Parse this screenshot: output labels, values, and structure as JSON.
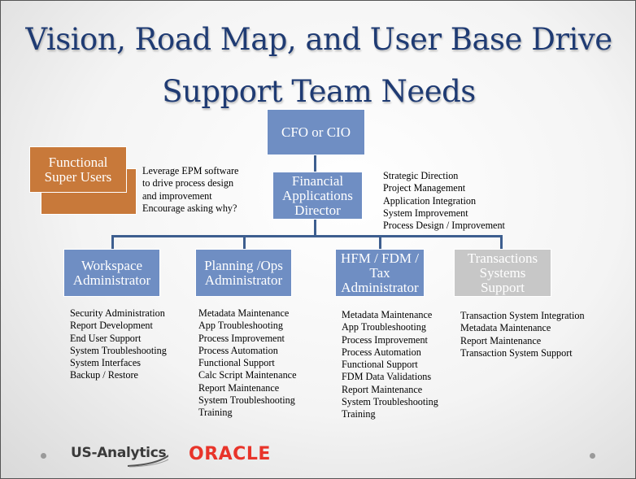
{
  "title": {
    "line1": "Vision, Road Map, and User Base Drive",
    "line2": "Support Team Needs"
  },
  "top_box": {
    "label": "CFO or CIO"
  },
  "director_box": {
    "line1": "Financial",
    "line2": "Applications",
    "line3": "Director"
  },
  "super_users_box": {
    "line1": "Functional",
    "line2": "Super Users"
  },
  "super_users_note": [
    "Leverage EPM software",
    "to drive process design",
    "and improvement",
    "Encourage asking why?"
  ],
  "director_note": [
    "Strategic Direction",
    "Project Management",
    "Application Integration",
    "System Improvement",
    "Process Design / Improvement"
  ],
  "roles": [
    {
      "lines": [
        "Workspace",
        "Administrator"
      ],
      "duties": [
        "Security Administration",
        "Report Development",
        "End User Support",
        "System Troubleshooting",
        "System Interfaces",
        "Backup / Restore"
      ]
    },
    {
      "lines": [
        "Planning /Ops",
        "Administrator"
      ],
      "duties": [
        "Metadata Maintenance",
        "App Troubleshooting",
        "Process Improvement",
        "Process Automation",
        "Functional Support",
        "Calc Script Maintenance",
        "Report Maintenance",
        "System Troubleshooting",
        "Training"
      ]
    },
    {
      "lines": [
        "HFM / FDM /",
        "Tax",
        "Administrator"
      ],
      "duties": [
        "Metadata Maintenance",
        "App Troubleshooting",
        "Process Improvement",
        "Process Automation",
        "Functional Support",
        "FDM Data Validations",
        "Report Maintenance",
        "System Troubleshooting",
        "Training"
      ]
    },
    {
      "lines": [
        "Transactions",
        "Systems",
        "Support"
      ],
      "duties": [
        "Transaction System Integration",
        "Metadata Maintenance",
        "Report Maintenance",
        "Transaction System Support"
      ]
    }
  ],
  "footer": {
    "us_analytics": "US-Analytics",
    "oracle": "ORACLE"
  },
  "colors": {
    "title": "#1f3b73",
    "box_blue": "#6f8ec3",
    "box_gray": "#c7c7c7",
    "box_orange": "#c8793a",
    "connector": "#3d5e8f",
    "oracle_red": "#e8342a"
  }
}
